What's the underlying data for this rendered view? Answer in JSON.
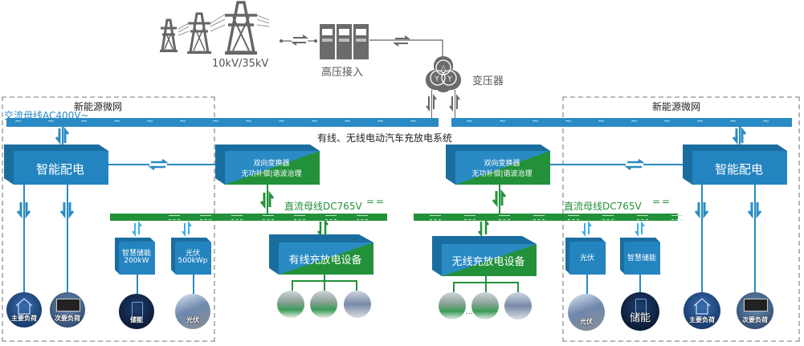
{
  "top": {
    "grid_voltage": "10kV/35kV",
    "hv_access": "高压接入",
    "transformer": "变压器"
  },
  "system_title": "有线、无线电动汽车充放电系统",
  "ac_bus_label": "交流母线AC400V~",
  "colors": {
    "ac_blue": "#2a8bc4",
    "dc_green": "#23913a",
    "box_blue": "#1f7fb8",
    "box_top": "#3ba0d6",
    "gray_icon": "#666666",
    "dash_gray": "#b8b8b8"
  },
  "left_microgrid": {
    "title": "新能源微网",
    "distribution": "智能配电",
    "converter_line1": "双向变换器",
    "converter_line2": "无功补偿|谐波治理",
    "dc_bus_label": "直流母线DC765V",
    "dc_symbol": "= =",
    "storage_box_line1": "智慧储能",
    "storage_box_line2": "200kW",
    "pv_box_line1": "光伏",
    "pv_box_line2": "500kWp",
    "charger": "有线充放电设备",
    "circles": [
      "主要负荷",
      "次要负荷",
      "储能",
      "光伏"
    ]
  },
  "right_microgrid": {
    "title": "新能源微网",
    "distribution": "智能配电",
    "converter_line1": "双向变换器",
    "converter_line2": "无功补偿|谐波治理",
    "dc_bus_label": "直流母线DC765V",
    "dc_symbol": "= =",
    "pv_box": "光伏",
    "storage_box": "智慧储能",
    "charger": "无线充放电设备",
    "circles": [
      "光伏",
      "储能",
      "主要负荷",
      "次要负荷"
    ],
    "ellipsis": "..."
  },
  "icons": {
    "pylon": "power-pylon-icon",
    "switchgear": "switchgear-cabinet-icon",
    "transformer": "transformer-icon",
    "bidirectional_arrow": "bidirectional-arrow-icon",
    "ac_wave": "ac-wave-icon"
  }
}
